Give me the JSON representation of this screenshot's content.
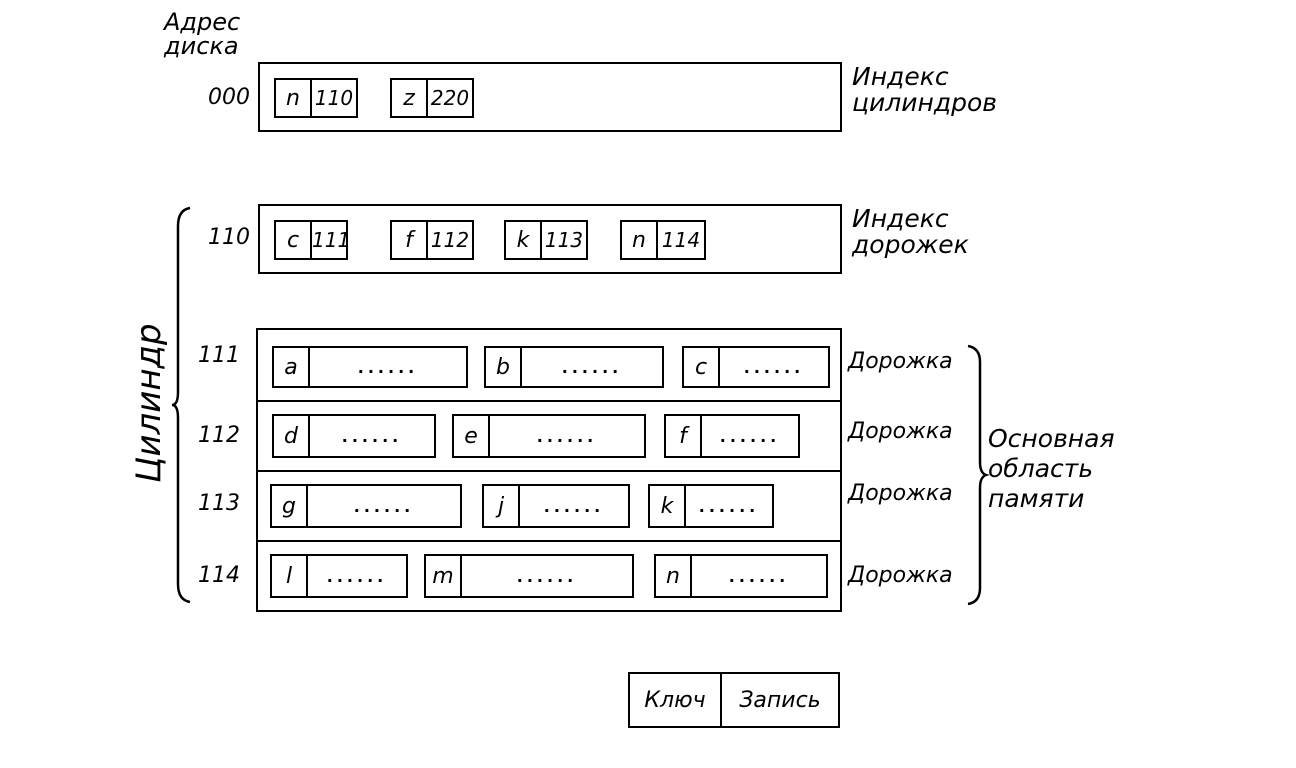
{
  "disk_address_label": "Адрес\nдиска",
  "cylinder_index": {
    "address": "000",
    "label": "Индекс\nцилиндров",
    "entries": [
      {
        "key": "n",
        "value": "110"
      },
      {
        "key": "z",
        "value": "220"
      }
    ]
  },
  "track_index": {
    "address": "110",
    "label": "Индекс\nдорожек",
    "entries": [
      {
        "key": "c",
        "value": "111"
      },
      {
        "key": "f",
        "value": "112"
      },
      {
        "key": "k",
        "value": "113"
      },
      {
        "key": "n",
        "value": "114"
      }
    ]
  },
  "cylinder_label": "Цилиндр",
  "main_area_label": "Основная\nобласть\nпамяти",
  "tracks": [
    {
      "address": "111",
      "label": "Дорожка",
      "records": [
        {
          "key": "a",
          "value": "......"
        },
        {
          "key": "b",
          "value": "......"
        },
        {
          "key": "c",
          "value": "......"
        }
      ]
    },
    {
      "address": "112",
      "label": "Дорожка",
      "records": [
        {
          "key": "d",
          "value": "......"
        },
        {
          "key": "e",
          "value": "......"
        },
        {
          "key": "f",
          "value": "......"
        }
      ]
    },
    {
      "address": "113",
      "label": "Дорожка",
      "records": [
        {
          "key": "g",
          "value": "......"
        },
        {
          "key": "j",
          "value": "......"
        },
        {
          "key": "k",
          "value": "......"
        }
      ]
    },
    {
      "address": "114",
      "label": "Дорожка",
      "records": [
        {
          "key": "l",
          "value": "......"
        },
        {
          "key": "m",
          "value": "......"
        },
        {
          "key": "n",
          "value": "......"
        }
      ]
    }
  ],
  "legend": {
    "key": "Ключ",
    "record": "Запись"
  }
}
